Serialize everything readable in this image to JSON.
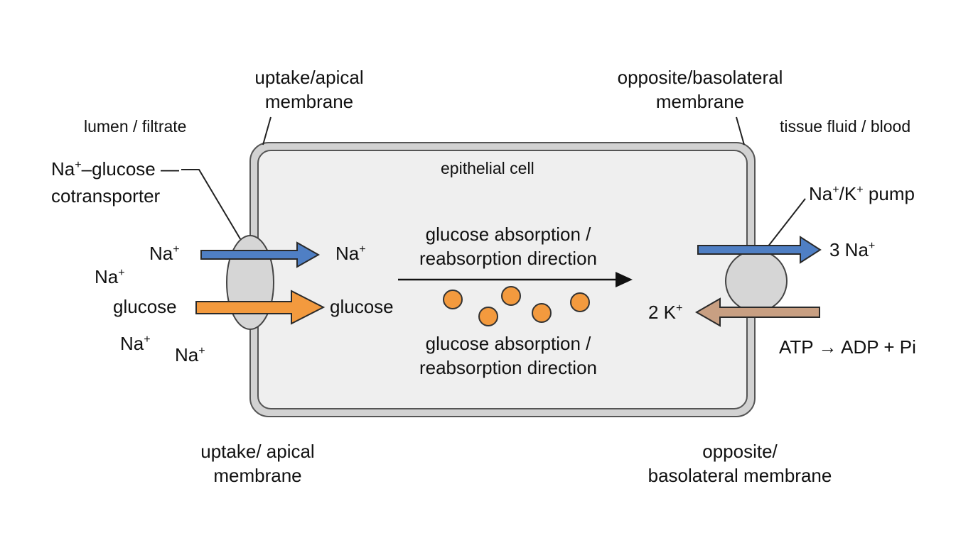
{
  "labels": {
    "apical_top": "uptake/apical\nmembrane",
    "basolateral_top": "opposite/basolateral\nmembrane",
    "lumen": "lumen / filtrate",
    "tissue": "tissue fluid / blood",
    "epithelial_cell": "epithelial cell",
    "cotransporter": "Na⁺–glucose —\ncotransporter",
    "pump": "Na⁺/K⁺ pump",
    "na_in": "Na⁺",
    "na_inside": "Na⁺",
    "na_lumen_1": "Na⁺",
    "na_lumen_2": "Na⁺",
    "na_lumen_3": "Na⁺",
    "glucose_in": "glucose",
    "glucose_inside": "glucose",
    "direction_top": "glucose absorption /\nreabsorption direction",
    "direction_bottom": "glucose absorption /\nreabsorption direction",
    "three_na": "3 Na⁺",
    "two_k": "2 K⁺",
    "atp": "ATP → ADP + Pi",
    "apical_bottom": "uptake/ apical\nmembrane",
    "basolateral_bottom": "opposite/\nbasolateral membrane"
  },
  "colors": {
    "sodium_arrow": "#4f7fc4",
    "glucose_arrow": "#f39a3e",
    "potassium_arrow": "#c89f82",
    "glucose_dot": "#f39a3e",
    "cell_fill": "#efefef",
    "cell_border": "#9a9a9a",
    "transporter_fill": "#d6d6d6"
  }
}
